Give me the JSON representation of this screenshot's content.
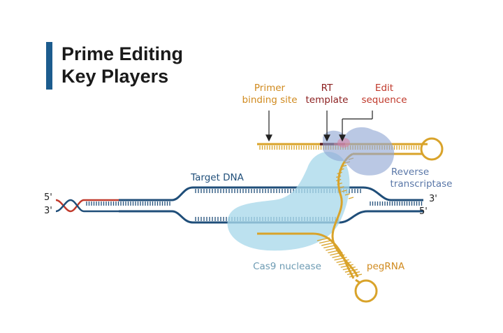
{
  "title": {
    "line1": "Prime Editing",
    "line2": "Key Players"
  },
  "labels": {
    "primer_binding_site": {
      "line1": "Primer",
      "line2": "binding site"
    },
    "rt_template": {
      "line1": "RT",
      "line2": "template"
    },
    "edit_sequence": {
      "line1": "Edit",
      "line2": "sequence"
    },
    "target_dna": "Target DNA",
    "reverse_transcriptase": {
      "line1": "Reverse",
      "line2": "transcriptase"
    },
    "cas9_nuclease": "Cas9 nuclease",
    "pegrna": "pegRNA",
    "left_top_end": "5'",
    "left_bottom_end": "3'",
    "right_top_end": "3'",
    "right_bottom_end": "5'"
  },
  "colors": {
    "title_accent": "#1c5c8e",
    "dna_strand": "#1f4e79",
    "dna_edited": "#c0392b",
    "rna": "#d9a32a",
    "rna_label": "#d08a1e",
    "cas9": "#a9d8ea",
    "cas9_label": "#6d9bb3",
    "reverse_transcriptase": "#8fa6d4",
    "rt_label": "#5a77a8",
    "primer_label": "#d08a1e",
    "rt_template_label": "#8b1e1e",
    "edit_label": "#c0392b"
  }
}
